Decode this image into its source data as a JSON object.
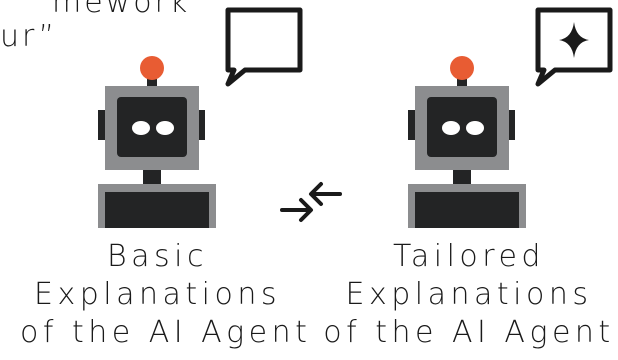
{
  "header": {
    "line1": "mework",
    "line2": "ur”"
  },
  "left_agent": {
    "line1": "Basic",
    "line2": "Explanations",
    "line3": "of the AI Agent",
    "bubble": "empty"
  },
  "right_agent": {
    "line1": "Tailored",
    "line2": "Explanations",
    "line3": "of the AI Agent",
    "bubble": "sparkle-icon"
  },
  "colors": {
    "antenna": "#e85c33",
    "head": "#8c8d8f",
    "face": "#232425",
    "eyes": "#ffffff",
    "ink": "#1a1a1a"
  },
  "icons": [
    "speech-bubble-icon",
    "sparkle-icon",
    "exchange-arrows-icon"
  ]
}
